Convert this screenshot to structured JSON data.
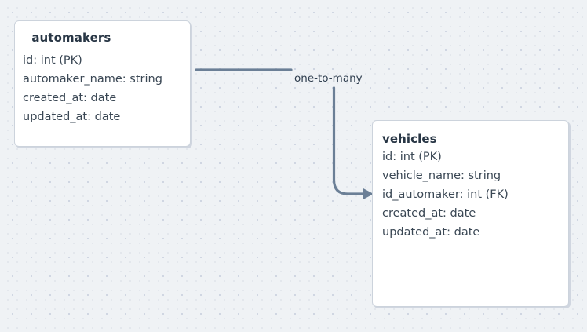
{
  "diagram": {
    "type": "entity-relationship-diagram",
    "background_color": "#eff2f5",
    "grid": "dot-grid",
    "entities": [
      {
        "id": "automakers",
        "title": " automakers",
        "fields": [
          "id: int (PK)",
          "automaker_name: string",
          "created_at: date",
          "updated_at: date"
        ]
      },
      {
        "id": "vehicles",
        "title": "vehicles",
        "fields": [
          "id: int (PK)",
          "vehicle_name: string",
          "id_automaker: int (FK)",
          "created_at: date",
          "updated_at: date"
        ]
      }
    ],
    "relationship": {
      "label": "one-to-many",
      "from": "automakers",
      "to": "vehicles",
      "line_color": "#6b7f96",
      "arrow": "open-arrow-end"
    },
    "colors": {
      "card_background": "#ffffff",
      "card_border": "#ccd3dc",
      "title_text": "#283645",
      "field_text": "#3a4754",
      "connector": "#6b7f96",
      "dot_light": "#e2e6ec",
      "dot_accent": "#cdd4e0"
    }
  }
}
